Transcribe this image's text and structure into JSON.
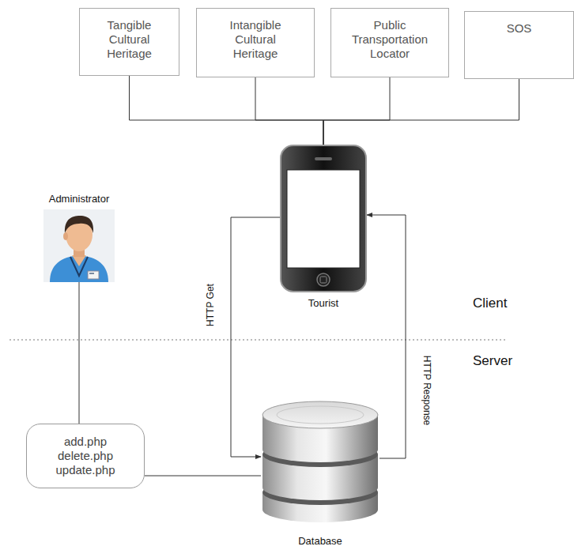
{
  "diagram": {
    "nodes": [
      {
        "text": [
          "Tangible Cultural Heritage"
        ]
      },
      {
        "text": [
          "Intangible Cultural Heritage"
        ]
      },
      {
        "text": [
          "Public Transportation Locator"
        ]
      },
      {
        "text": [
          "SOS"
        ]
      },
      {
        "text": [
          "Tourist"
        ]
      },
      {
        "text": [
          "Administrator"
        ]
      },
      {
        "text": [
          "add.php delete.php update.php"
        ]
      },
      {
        "text": [
          "Database"
        ]
      }
    ],
    "edges": [
      {
        "from": 0,
        "to": 4,
        "arrow": "none"
      },
      {
        "from": 1,
        "to": 4,
        "arrow": "none"
      },
      {
        "from": 2,
        "to": 4,
        "arrow": "none"
      },
      {
        "from": 3,
        "to": 4,
        "arrow": "none"
      },
      {
        "from": 4,
        "to": 7,
        "label": "HTTP Get",
        "arrow": "to"
      },
      {
        "from": 7,
        "to": 4,
        "label": "HTTP Response",
        "arrow": "to"
      },
      {
        "from": 5,
        "to": 6,
        "arrow": "none"
      },
      {
        "from": 6,
        "to": 7,
        "arrow": "none"
      }
    ],
    "labels": [
      "Client",
      "Server"
    ]
  }
}
